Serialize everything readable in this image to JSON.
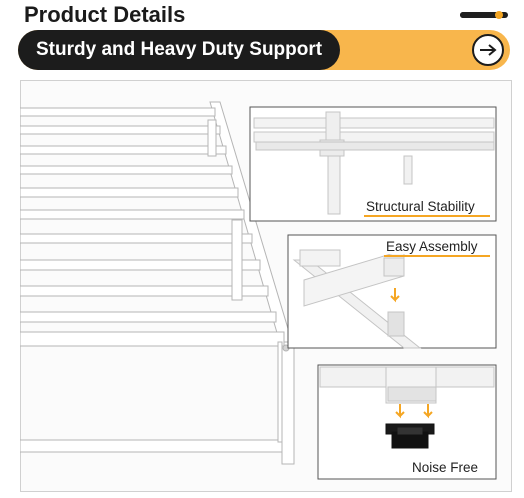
{
  "header": {
    "title": "Product Details",
    "progress_fraction": 0.82
  },
  "banner": {
    "label": "Sturdy and Heavy Duty Support",
    "arrow_icon": "arrow-right-icon"
  },
  "callouts": [
    {
      "label": "Structural Stability"
    },
    {
      "label": "Easy Assembly"
    },
    {
      "label": "Noise Free"
    }
  ],
  "colors": {
    "accent": "#f8b64c",
    "accent_dark": "#f5a623",
    "dark": "#1c1c1c",
    "frame_white": "#ffffff",
    "frame_edge": "#b9b9b9"
  }
}
